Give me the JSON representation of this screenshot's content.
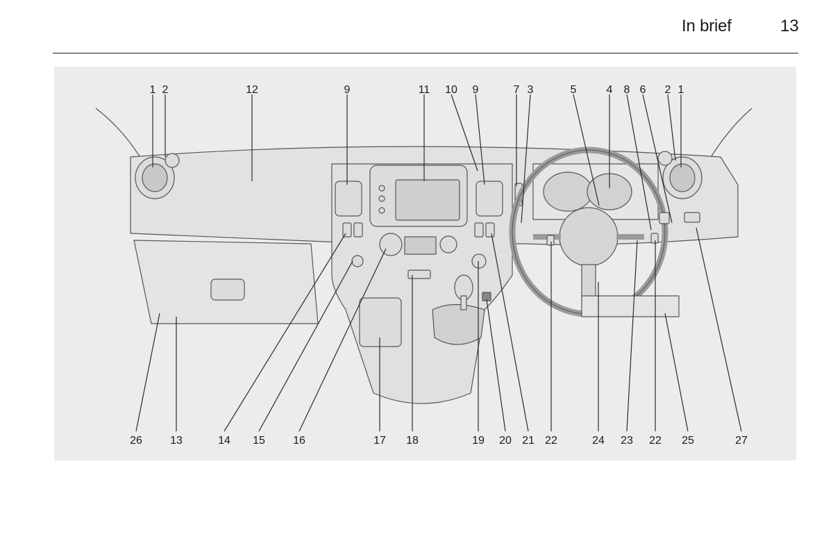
{
  "header": {
    "section_title": "In brief",
    "page_number": "13"
  },
  "figure": {
    "top_callouts": [
      "1",
      "2",
      "12",
      "9",
      "11",
      "10",
      "9",
      "7",
      "3",
      "5",
      "4",
      "8",
      "6",
      "2",
      "1"
    ],
    "bottom_callouts": [
      "26",
      "13",
      "14",
      "15",
      "16",
      "17",
      "18",
      "19",
      "20",
      "21",
      "22",
      "24",
      "23",
      "22",
      "25",
      "27"
    ]
  },
  "colors": {
    "panel_bg": "#ececec",
    "part_fill": "#dcdcdc",
    "line": "#3a3a3a"
  }
}
